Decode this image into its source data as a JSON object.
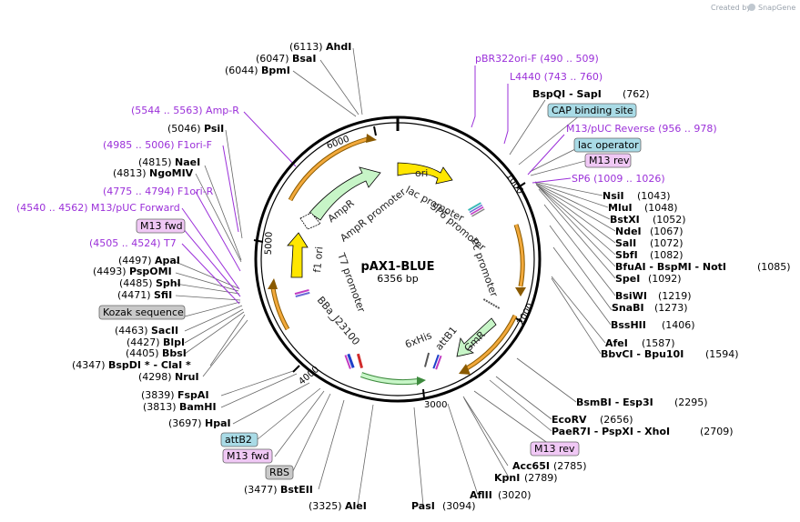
{
  "watermark": {
    "prefix": "Created by",
    "brand": "SnapGene"
  },
  "plasmid": {
    "name": "pAX1-BLUE",
    "size": "6356 bp"
  },
  "ticks": [
    "1000",
    "2000",
    "3000",
    "4000",
    "5000",
    "6000"
  ],
  "features": {
    "ori": "ori",
    "lac_promoter": "lac promoter",
    "sp6_promoter": "SP6 promoter",
    "pc_promoter": "Pc promoter",
    "gmr": "GmR",
    "attb1": "attB1",
    "his6": "6xHis",
    "bba": "BBa_J23100",
    "t7_promoter": "T7 promoter",
    "f1_ori": "f1 ori",
    "ampr": "AmpR",
    "ampr_promoter": "AmpR promoter"
  },
  "site_labels": {
    "ahdi_pos": "(6113)",
    "ahdi": "AhdI",
    "bsai_pos": "(6047)",
    "bsai": "BsaI",
    "bpmi_pos": "(6044)",
    "bpmi": "BpmI",
    "psii_pos": "(5046)",
    "psii": "PsiI",
    "naei_pos": "(4815)",
    "naei": "NaeI",
    "ngomiv_pos": "(4813)",
    "ngomiv": "NgoMIV",
    "apai_pos": "(4497)",
    "apai": "ApaI",
    "pspomi_pos": "(4493)",
    "pspomi": "PspOMI",
    "sphi_pos": "(4485)",
    "sphi": "SphI",
    "sfii_pos": "(4471)",
    "sfii": "SfiI",
    "sacii_pos": "(4463)",
    "sacii": "SacII",
    "blpi_pos": "(4427)",
    "blpi": "BlpI",
    "bbsi_pos": "(4405)",
    "bbsi": "BbsI",
    "bspdi_pos": "(4347)",
    "bspdi": "BspDI *  - ClaI *",
    "nrui_pos": "(4298)",
    "nrui": "NruI",
    "fspai_pos": "(3839)",
    "fspai": "FspAI",
    "bamhi_pos": "(3813)",
    "bamhi": "BamHI",
    "hpai_pos": "(3697)",
    "hpai": "HpaI",
    "bsteii_pos": "(3477)",
    "bsteii": "BstEII",
    "alei_pos": "(3325)",
    "alei": "AleI",
    "pasi": "PasI",
    "pasi_pos": "(3094)",
    "aflii": "AflII",
    "aflii_pos": "(3020)",
    "kpni": "KpnI",
    "kpni_pos": "(2789)",
    "acc65i": "Acc65I",
    "acc65i_pos": "(2785)",
    "paer7i": "PaeR7I  - PspXI  - XhoI",
    "paer7i_pos": "(2709)",
    "ecorv": "EcoRV",
    "ecorv_pos": "(2656)",
    "bsmbi": "BsmBI  - Esp3I",
    "bsmbi_pos": "(2295)",
    "bbvci": "BbvCI  - Bpu10I",
    "bbvci_pos": "(1594)",
    "afei": "AfeI",
    "afei_pos": "(1587)",
    "bsshii": "BssHII",
    "bsshii_pos": "(1406)",
    "snabi": "SnaBI",
    "snabi_pos": "(1273)",
    "bsiwi": "BsiWI",
    "bsiwi_pos": "(1219)",
    "spei": "SpeI",
    "spei_pos": "(1092)",
    "bfuai": "BfuAI  - BspMI  - NotI",
    "bfuai_pos": "(1085)",
    "sbfi": "SbfI",
    "sbfi_pos": "(1082)",
    "sali": "SalI",
    "sali_pos": "(1072)",
    "ndei": "NdeI",
    "ndei_pos": "(1067)",
    "bstxi": "BstXI",
    "bstxi_pos": "(1052)",
    "mlui": "MluI",
    "mlui_pos": "(1048)",
    "nsii": "NsiI",
    "nsii_pos": "(1043)",
    "bspqi": "BspQI  - SapI",
    "bspqi_pos": "(762)"
  },
  "primers": {
    "amp_r": "(5544 .. 5563)  Amp-R",
    "f1ori_f": "(4985 .. 5006)  F1ori-F",
    "f1ori_r": "(4775 .. 4794)  F1ori-R",
    "m13puc_fwd": "(4540 .. 4562)  M13/pUC Forward",
    "t7": "(4505 .. 4524)  T7",
    "pbr322": "pBR322ori-F   (490 .. 509)",
    "l4440": "L4440   (743 .. 760)",
    "m13puc_rev": "M13/pUC Reverse    (956 .. 978)",
    "sp6": "SP6   (1009 .. 1026)"
  },
  "boxes": {
    "cap": "CAP binding site",
    "lac_op": "lac operator",
    "m13_rev_top": "M13 rev",
    "m13_fwd_left": "M13 fwd",
    "kozak": "Kozak sequence",
    "attb2": "attB2",
    "m13_fwd_bottom": "M13 fwd",
    "rbs": "RBS",
    "m13_rev_bottom": "M13 rev"
  },
  "colors": {
    "primer": "#9b30d9",
    "ori": "#ffe600",
    "promoter_arrow": "#c7f5c7",
    "cds_arrow": "#e69a1e",
    "box_blue": "#a9dbe6",
    "box_purple": "#f0c8f5",
    "box_gray": "#c9c9c9"
  }
}
